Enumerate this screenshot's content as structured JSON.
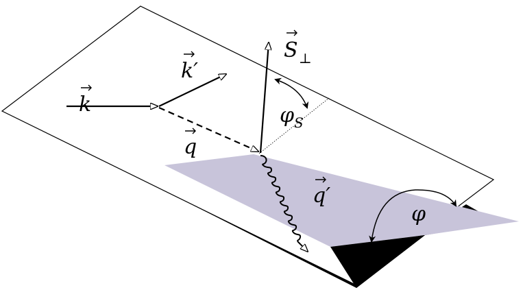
{
  "labels": {
    "k": "k",
    "k_prime": "k′",
    "q": "q",
    "q_prime": "q′",
    "s_perp_main": "S",
    "s_perp_sub": "⊥",
    "phi_s_main": "φ",
    "phi_s_sub": "S",
    "phi": "φ"
  },
  "colors": {
    "lepton_plane": "#ffffff",
    "production_plane": "#c8c4da",
    "under_side": "#000000",
    "stroke": "#000000"
  }
}
